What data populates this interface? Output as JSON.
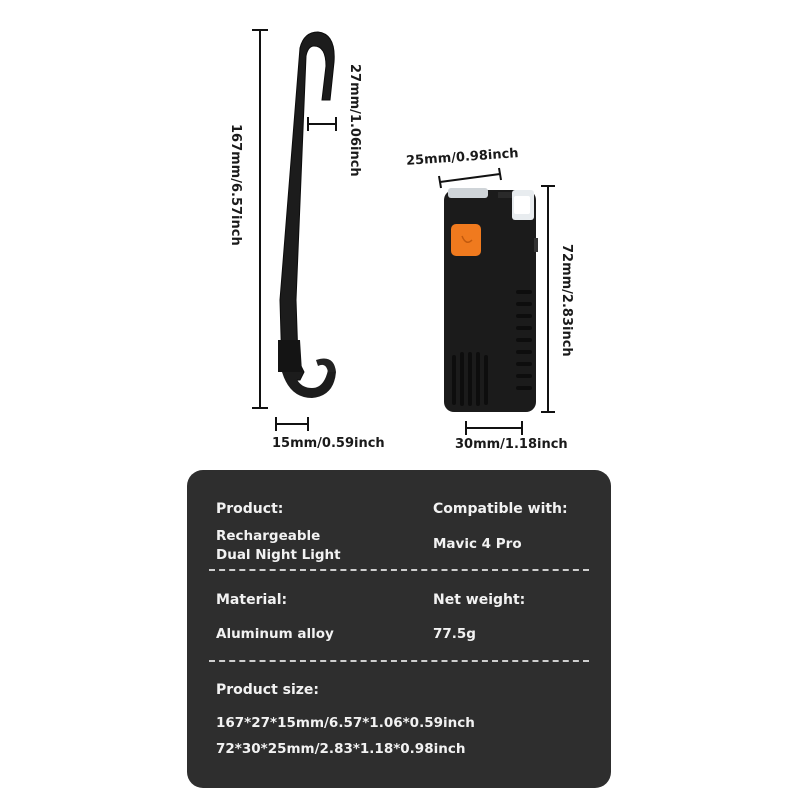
{
  "dimensions": {
    "mount_height": "167mm/6.57inch",
    "mount_hook_depth": "27mm/1.06inch",
    "mount_width": "15mm/0.59inch",
    "light_depth": "25mm/0.98inch",
    "light_height": "72mm/2.83inch",
    "light_width": "30mm/1.18inch"
  },
  "specs": {
    "product_label": "Product:",
    "product_value_line1": "Rechargeable",
    "product_value_line2": "Dual Night Light",
    "compatible_label": "Compatible with:",
    "compatible_value": "Mavic 4 Pro",
    "material_label": "Material:",
    "material_value": "Aluminum alloy",
    "weight_label": "Net weight:",
    "weight_value": "77.5g",
    "size_label": "Product size:",
    "size_value_1": "167*27*15mm/6.57*1.06*0.59inch",
    "size_value_2": "72*30*25mm/2.83*1.18*0.98inch"
  },
  "colors": {
    "card_background": "#2e2e2e",
    "button_accent": "#f07a1e",
    "device_body": "#1b1b1b"
  }
}
